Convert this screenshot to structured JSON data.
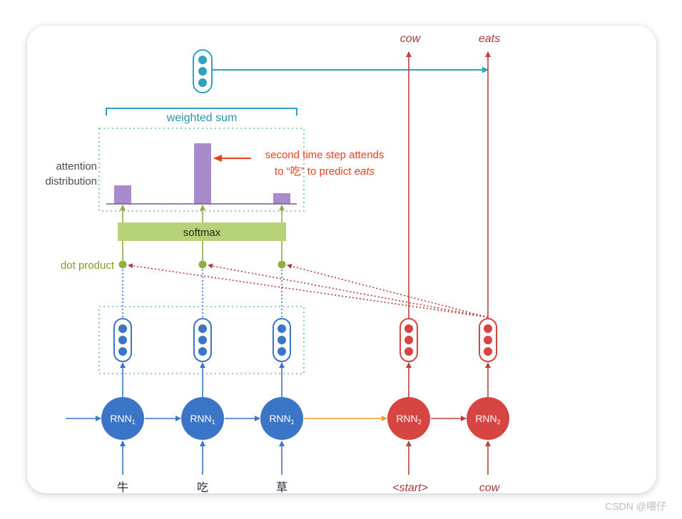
{
  "labels": {
    "weighted_sum": "weighted sum",
    "attention_line1": "attention",
    "attention_line2": "distribution",
    "softmax": "softmax",
    "dot_product": "dot product",
    "annotation_line1": "second time step attends",
    "annotation_line2_pre": "to “吃” to predict ",
    "annotation_line2_em": "eats"
  },
  "encoder": {
    "cell_label": "RNN",
    "cell_subscript": "1",
    "inputs": [
      "牛",
      "吃",
      "草"
    ]
  },
  "decoder": {
    "cell_label": "RNN",
    "cell_subscript": "2",
    "inputs": [
      "<start>",
      "cow"
    ],
    "outputs": [
      "cow",
      "eats"
    ]
  },
  "attention": {
    "weights": [
      0.26,
      0.85,
      0.15
    ]
  },
  "watermark": "CSDN @喂仔",
  "colors": {
    "encoder": "#3a75c8",
    "decoder": "#d64541",
    "decoder_text": "#a33c3c",
    "teal": "#2ea3c0",
    "softmax": "#b5d279",
    "green": "#8cb13f",
    "bar": "#a88bcb",
    "annotation": "#e8401e",
    "dotted_red": "#b33b3b",
    "orange": "#f39c3a"
  }
}
